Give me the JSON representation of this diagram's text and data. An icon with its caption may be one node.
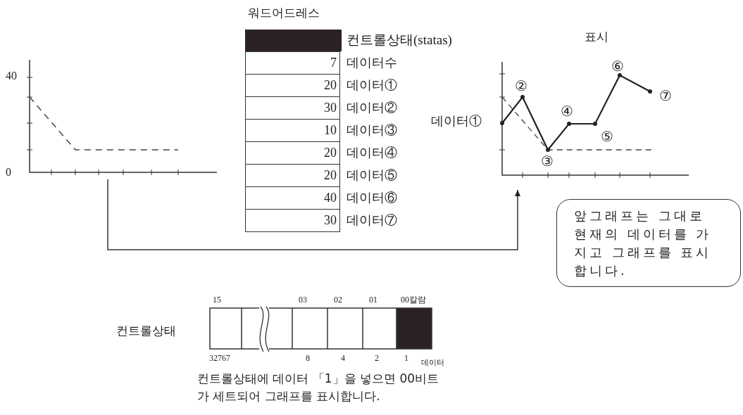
{
  "diagram": {
    "caption": "컨트롤상태에 데이터 「1」을 넣으면 00비트가 세트되어 그래프를 표시합니다.",
    "nodes": [
      {
        "text": [],
        "shape": "chart"
      },
      {
        "text": [],
        "shape": "chart"
      },
      {
        "text": [
          "앞그래프는 그대로 현재의 데이터를 가지고 그래프를 표시합니다."
        ]
      }
    ],
    "edges": [
      {
        "from": 0,
        "to": 1,
        "arrow": "to"
      }
    ],
    "labels": [
      "워드어드레스",
      "컨트롤상태(statas)",
      "7",
      "데이터수",
      "20",
      "데이터①",
      "30",
      "데이터②",
      "10",
      "데이터③",
      "20",
      "데이터④",
      "20",
      "데이터⑤",
      "40",
      "데이터⑥",
      "30",
      "데이터⑦",
      "40",
      "0",
      "표시",
      "⑥",
      "②",
      "⑦",
      "④",
      "데이터①",
      "⑤",
      "③",
      "15",
      "03",
      "02",
      "01",
      "00칼람",
      "컨트롤상태",
      "32767",
      "8",
      "4",
      "2",
      "1",
      "데이터"
    ]
  }
}
